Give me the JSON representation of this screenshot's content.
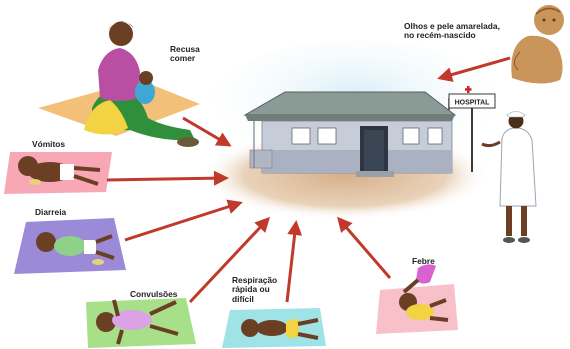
{
  "labels": {
    "refuses_food": "Recusa\ncomer",
    "jaundice": "Olhos e pele amarelada,\nno recém-nascido",
    "vomiting": "Vómitos",
    "diarrhea": "Diarreia",
    "convulsions": "Convulsões",
    "breathing": "Respiração\nrápida ou\ndifícil",
    "fever": "Febre"
  },
  "hospital_sign": "HOSPITAL",
  "colors": {
    "arrow": "#c0392b",
    "ground": "#e2c9a8",
    "roof": "#8a9a95",
    "walls": "#c6ccd8",
    "mat_orange": "#f3c07a",
    "mat_pink": "#f7a8b4",
    "mat_purple": "#9a8ad8",
    "mat_green": "#a8e08a",
    "mat_cyan": "#9fe3e6",
    "mat_salmon": "#f8c0c8",
    "skin": "#6b3f24",
    "skin_yellow": "#c9955a"
  }
}
